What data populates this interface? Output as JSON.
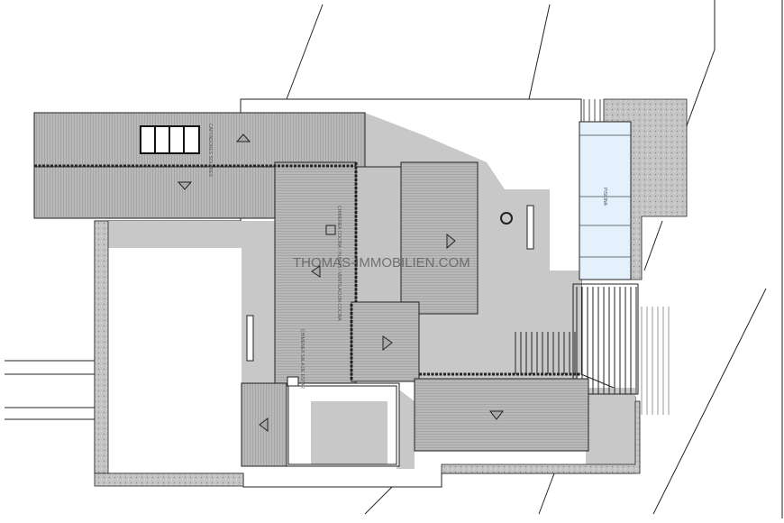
{
  "watermark": "THOMAS-IMMOBILIEN.COM",
  "labels": {
    "solar": "CAPTADORES SOLARES",
    "pool": "PISCINA",
    "kitchen_chimney": "CHIMENEA COCINA / HUMOS / VENTILACION COCINA",
    "living_chimney": "CHIMENEA SALA DE ESTAR"
  },
  "colors": {
    "roof": "#b4b4b4",
    "shadow": "#c8c8c8",
    "pool": "#e4f0fb",
    "gravel": "#bdbdbd",
    "line": "#222222"
  }
}
